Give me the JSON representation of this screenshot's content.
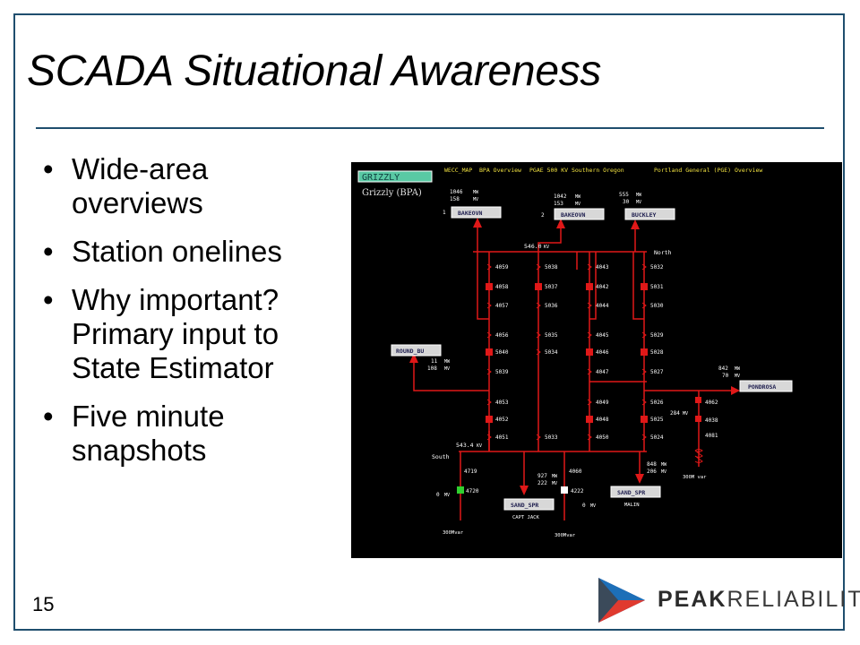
{
  "slide": {
    "title": "SCADA Situational Awareness",
    "bullets": [
      "Wide-area overviews",
      "Station onelines",
      "Why important? Primary input to State Estimator",
      "Five minute snapshots"
    ],
    "page_number": "15",
    "logo": {
      "bold": "PEAK",
      "light": "RELIABILITY",
      "icon": "peak-logo-icon"
    }
  },
  "scada": {
    "nav_button": "GRIZZLY",
    "station_name": "Grizzly (BPA)",
    "menu": [
      "WECC_MAP",
      "BPA Overview",
      "PGAE 500 KV Southern Oregon",
      "Portland General (PGE) Overview"
    ],
    "lines": [
      {
        "label": "BAKEOVN",
        "num": "1",
        "mw": "1046",
        "mv": "158"
      },
      {
        "label": "BAKEOVN",
        "num": "2",
        "mw": "1042",
        "mv": "153"
      },
      {
        "label": "BUCKLEY",
        "mw": "555",
        "mv": "30"
      },
      {
        "label": "ROUND_BU",
        "mw": "11",
        "mv": "108"
      },
      {
        "label": "PONDROSA",
        "mw": "842",
        "mv": "70"
      },
      {
        "label": "SAND_SPR",
        "sub": "CAPT JACK",
        "mw": "927",
        "mv": "222"
      },
      {
        "label": "SAND_SPR",
        "sub": "MALIN",
        "mw": "848",
        "mv": "206"
      }
    ],
    "bus_north": {
      "kv": "546.0",
      "unit": "KV",
      "name": "North"
    },
    "bus_south": {
      "kv": "543.4",
      "unit": "KV",
      "name": "South"
    },
    "breakers_col1": [
      "4059",
      "4058",
      "4057",
      "4056",
      "5040",
      "5039",
      "4053",
      "4052",
      "4051"
    ],
    "breakers_col2": [
      "5038",
      "5037",
      "5036",
      "5035",
      "5034",
      "5033"
    ],
    "breakers_col3": [
      "4043",
      "4042",
      "4044",
      "4045",
      "4046",
      "4047",
      "4049",
      "4048",
      "4050"
    ],
    "breakers_col4": [
      "5032",
      "5031",
      "5030",
      "5029",
      "5028",
      "5027",
      "5026",
      "5025",
      "5024"
    ],
    "reactor_right": {
      "breakers": [
        "4062",
        "4038",
        "4081"
      ],
      "mv": "284",
      "label": "300M var"
    },
    "reactor_south": {
      "breakers": [
        "4719",
        "4720"
      ],
      "mv": "0",
      "label": "300Mvar"
    },
    "reactor_mid": {
      "breakers": [
        "4060",
        "4222"
      ],
      "mv": "0",
      "label": "300Mvar"
    },
    "units": {
      "mw": "MW",
      "mv": "MV"
    },
    "colors": {
      "line": "#e01818",
      "bg": "#000000",
      "text": "#ffffff",
      "menu_yellow": "#f0e040",
      "nav": "#59c9a4"
    }
  }
}
